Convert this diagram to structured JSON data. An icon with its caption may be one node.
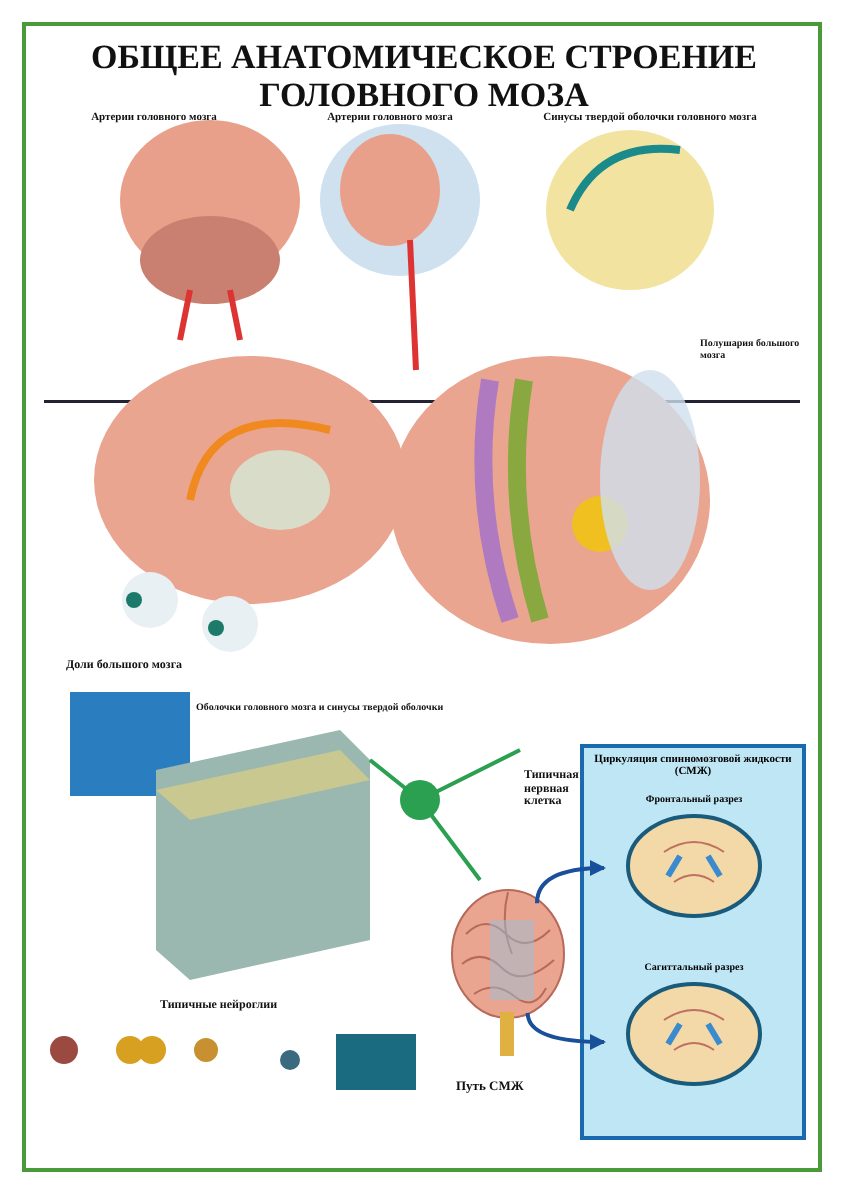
{
  "diagram": {
    "title": "ОБЩЕЕ АНАТОМИЧЕСКОЕ СТРОЕНИЕ ГОЛОВНОГО МОЗА",
    "nodes": [
      {
        "text": [
          "Циркуляция спинномозговой жидкости (СМЖ)"
        ]
      },
      {
        "text": [
          "Фронтальный разрез"
        ],
        "in": 0
      },
      {
        "text": [
          "Сагиттальный разрез"
        ],
        "in": 0
      },
      {
        "text": [],
        "shape": "picture"
      }
    ],
    "edges": [
      {
        "from": 3,
        "to": 1,
        "arrow": "to"
      },
      {
        "from": 3,
        "to": 2,
        "arrow": "to"
      }
    ],
    "labels": [
      "Артерии головного мозга",
      "Артерии головного мозга",
      "Синусы твердой оболочки головного мозга",
      "Полушария большого мозга",
      "Доли большого мозга",
      "Оболочки головного мозга и синусы твердой оболочки",
      "Типичная нервная клетка",
      "Типичные нейроглии",
      "Путь СМЖ"
    ]
  }
}
